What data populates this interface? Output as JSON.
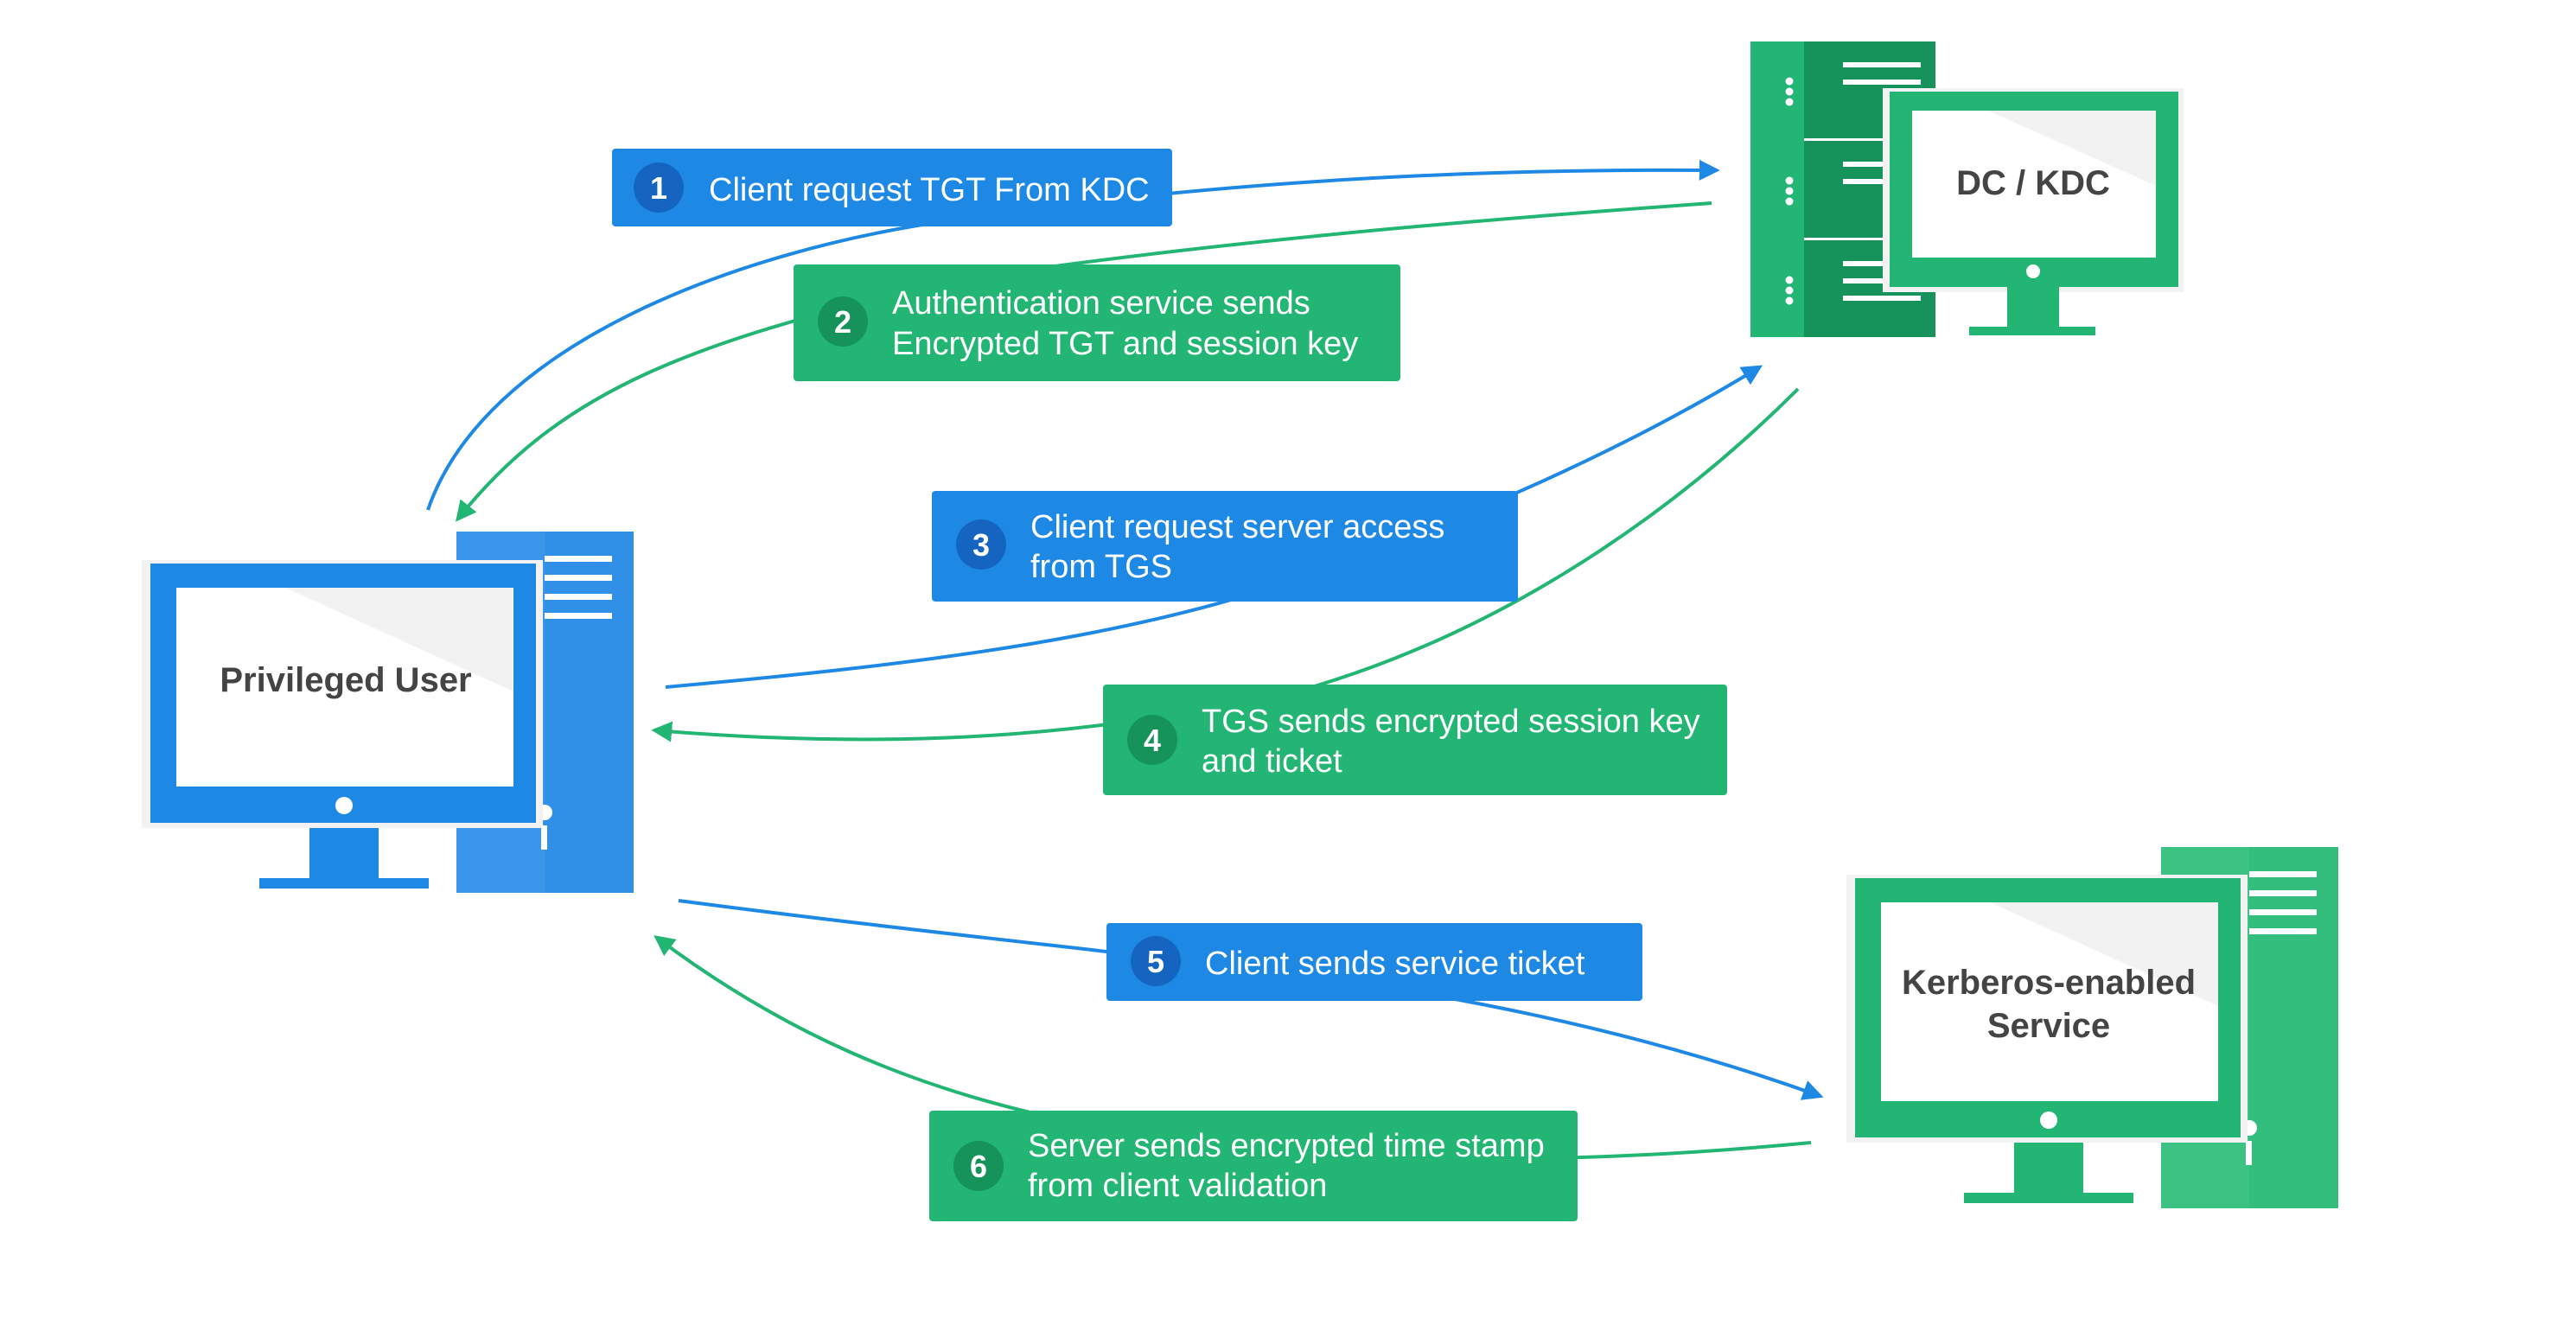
{
  "colors": {
    "blue": "#1e88e5",
    "blue_light": "#3b95ea",
    "blue_dark": "#1565c0",
    "green": "#22b573",
    "green_light": "#3cc383",
    "green_dark": "#15935a",
    "screen_bg": "#f2f2f2",
    "label_text": "#444444",
    "step_text": "#ffffff"
  },
  "nodes": {
    "client": {
      "label": "Privileged User",
      "icon": "desktop-computer-icon"
    },
    "kdc": {
      "label": "DC / KDC",
      "icon": "server-rack-icon"
    },
    "service": {
      "label_line1": "Kerberos-enabled",
      "label_line2": "Service",
      "icon": "desktop-computer-icon"
    }
  },
  "steps": [
    {
      "num": "1",
      "line1": "Client request TGT From KDC",
      "line2": ""
    },
    {
      "num": "2",
      "line1": "Authentication service sends",
      "line2": "Encrypted TGT and session key"
    },
    {
      "num": "3",
      "line1": "Client request server access",
      "line2": "from TGS"
    },
    {
      "num": "4",
      "line1": "TGS sends encrypted session key",
      "line2": "and ticket"
    },
    {
      "num": "5",
      "line1": "Client sends service ticket",
      "line2": ""
    },
    {
      "num": "6",
      "line1": "Server sends encrypted time stamp",
      "line2": "from client validation"
    }
  ]
}
